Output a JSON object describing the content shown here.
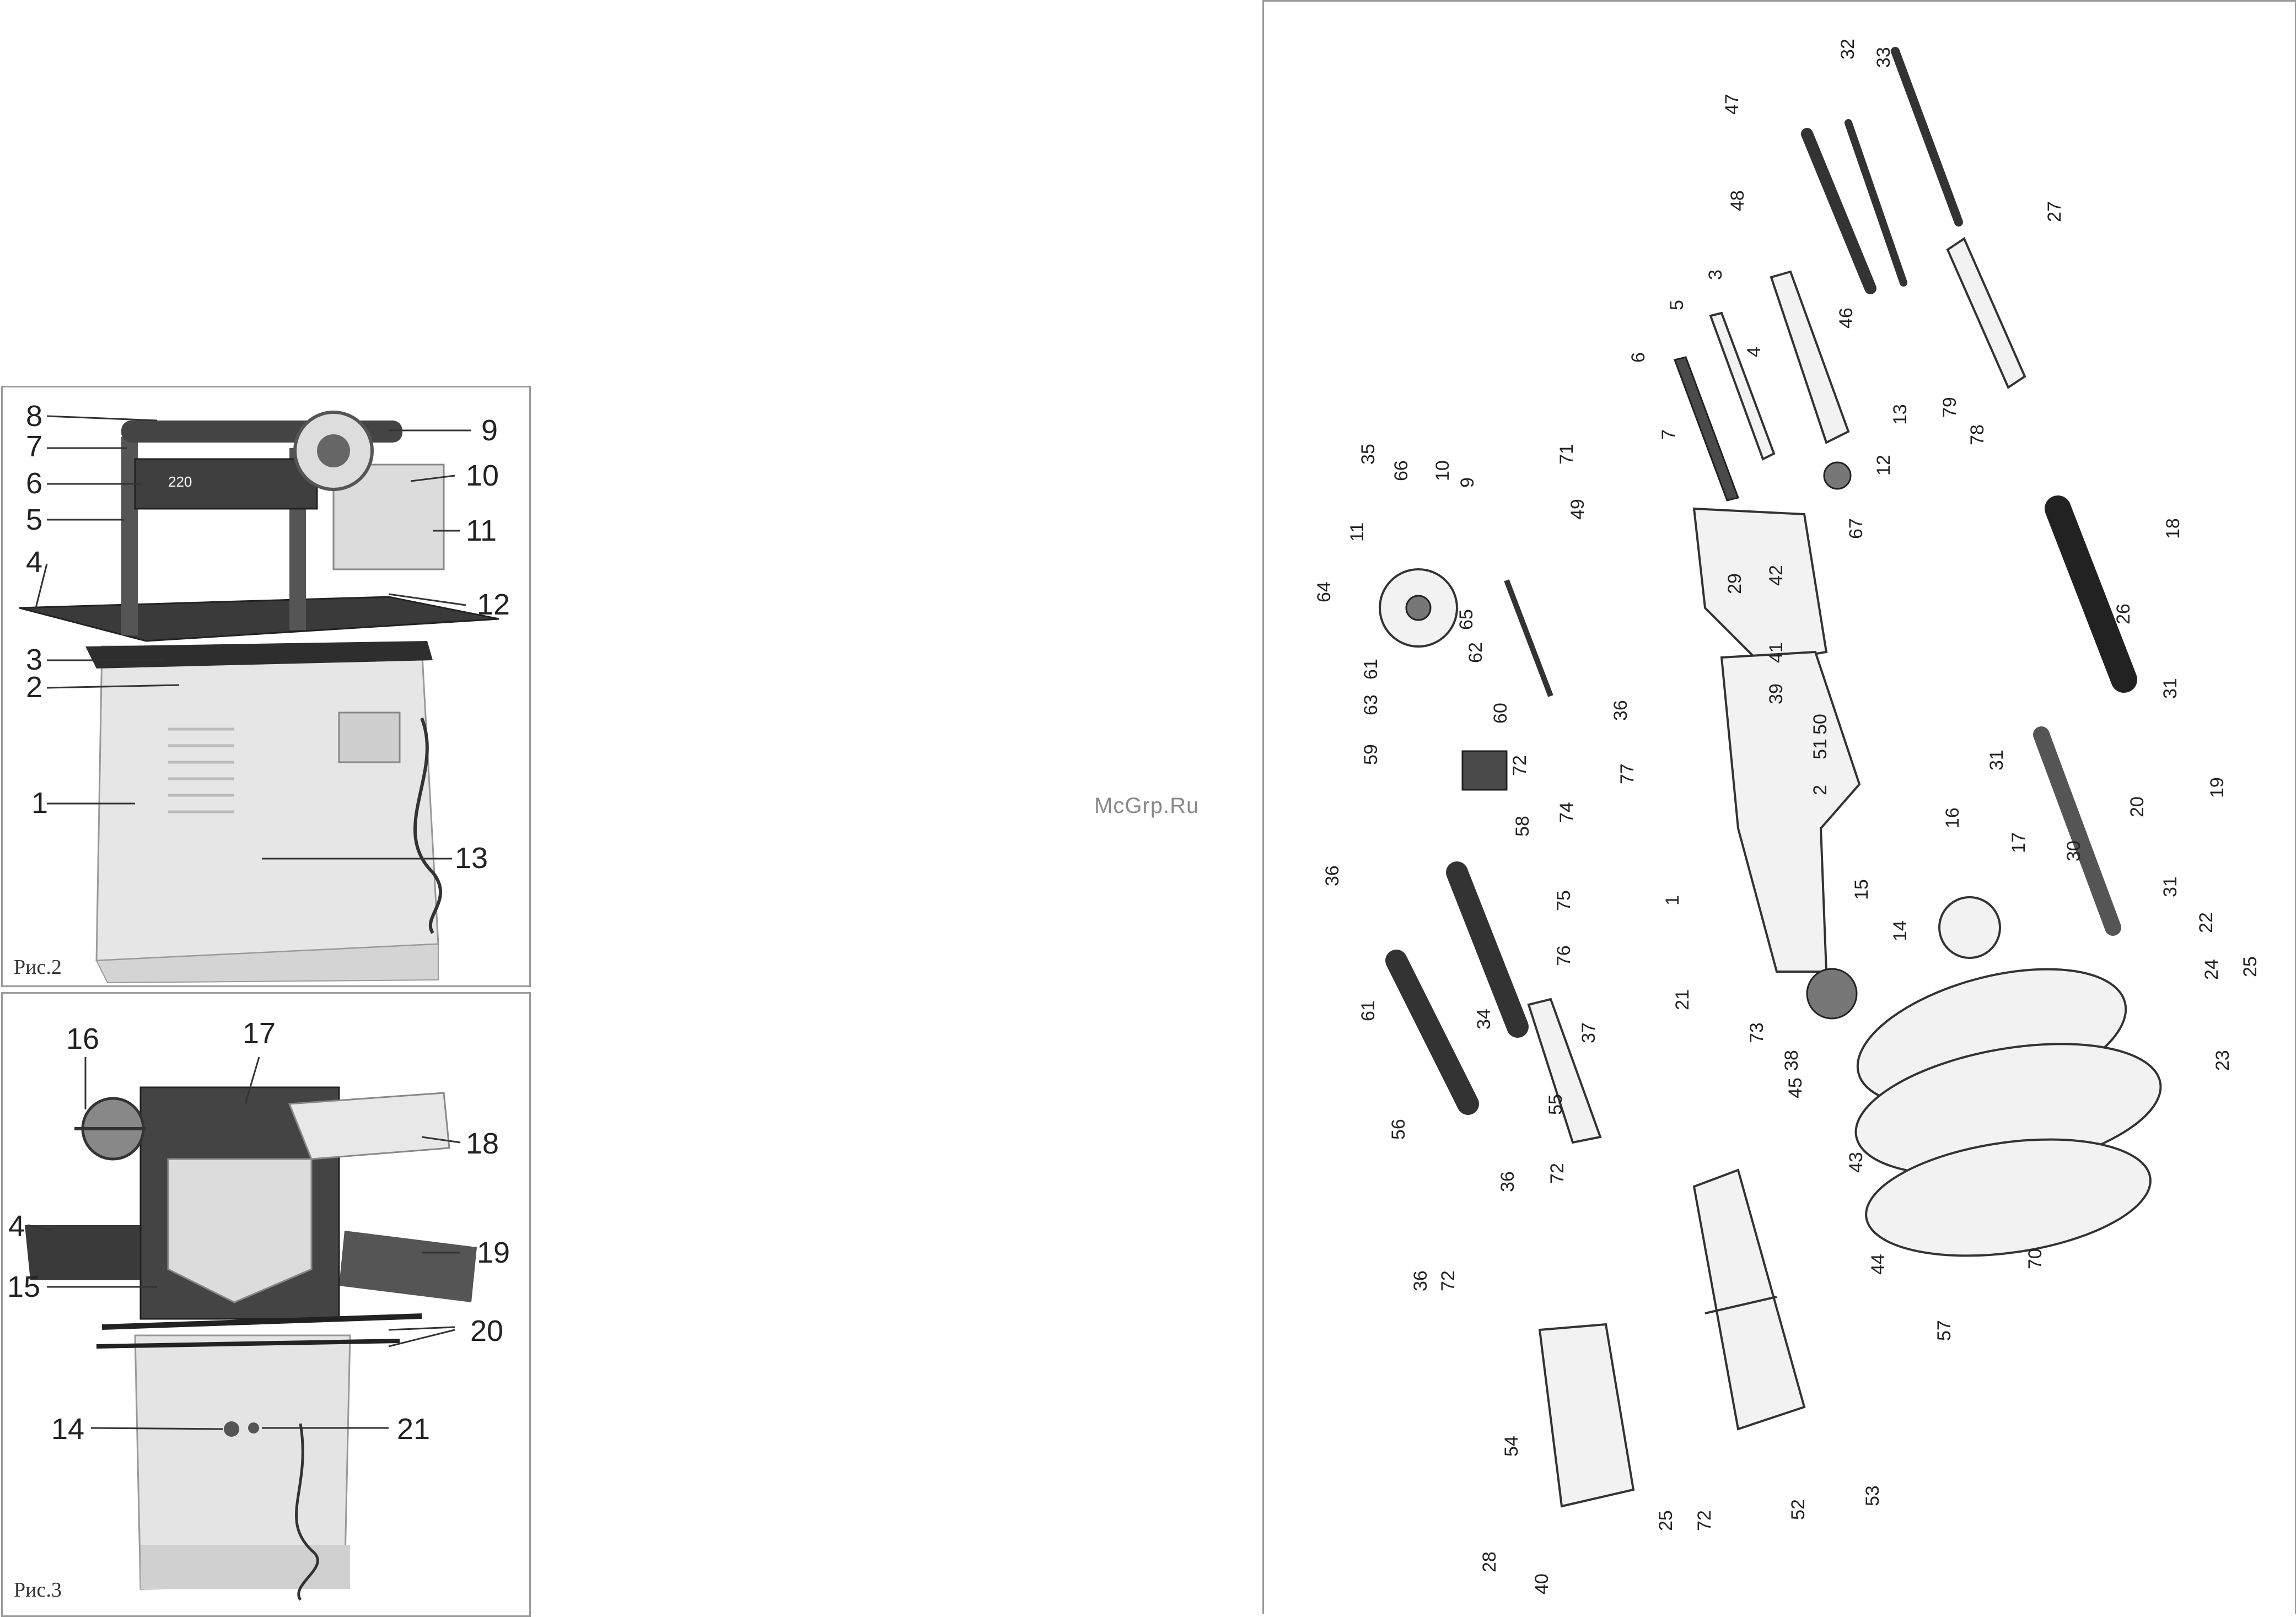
{
  "watermark": "McGrp.Ru",
  "fig2": {
    "caption": "Рис.2",
    "labels": [
      "8",
      "7",
      "6",
      "5",
      "4",
      "3",
      "2",
      "1",
      "9",
      "10",
      "11",
      "12",
      "13"
    ],
    "badge": "220"
  },
  "fig3": {
    "caption": "Рис.3",
    "labels": [
      "16",
      "17",
      "18",
      "4",
      "19",
      "15",
      "20",
      "14",
      "21"
    ]
  },
  "exploded_part_numbers": [
    "47",
    "32",
    "33",
    "48",
    "3",
    "46",
    "27",
    "5",
    "4",
    "6",
    "13",
    "12",
    "7",
    "79",
    "78",
    "35",
    "66",
    "10",
    "9",
    "71",
    "49",
    "11",
    "67",
    "18",
    "64",
    "29",
    "42",
    "65",
    "41",
    "26",
    "61",
    "62",
    "36",
    "39",
    "63",
    "60",
    "77",
    "50",
    "31",
    "59",
    "72",
    "51",
    "2",
    "74",
    "58",
    "19",
    "20",
    "31",
    "16",
    "17",
    "30",
    "75",
    "1",
    "36",
    "15",
    "31",
    "22",
    "14",
    "76",
    "21",
    "61",
    "34",
    "73",
    "24",
    "25",
    "37",
    "38",
    "23",
    "45",
    "55",
    "56",
    "43",
    "36",
    "72",
    "44",
    "70",
    "36",
    "72",
    "57",
    "54",
    "25",
    "72",
    "52",
    "53",
    "28",
    "40"
  ],
  "colors": {
    "frame": "#9a9a9a",
    "ink": "#2b2b2b",
    "metal_dark": "#4a4a4a",
    "cabinet": "#e3e3e3"
  }
}
